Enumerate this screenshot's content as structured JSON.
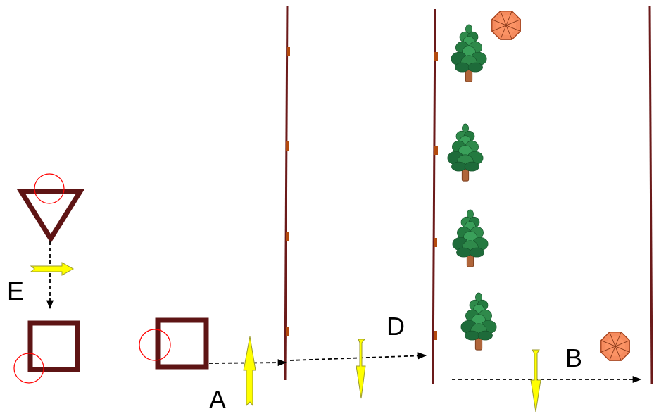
{
  "labels": {
    "a": "A",
    "b": "B",
    "d": "D",
    "e": "E"
  },
  "colors": {
    "wall": "#6b1a1a",
    "box_stroke": "#5e1414",
    "tick": "#b34a0e",
    "arrow_fill": "#ffff00",
    "arrow_stroke": "#9a9a2e",
    "marker_circle": "#ff0000",
    "tree_dark": "#1e6b3a",
    "tree_light": "#3aa05a",
    "trunk": "#b0653a",
    "umbrella_fill": "#f58b5e",
    "umbrella_stroke": "#a8431c"
  },
  "icons": {
    "tree": "pine-tree-icon",
    "umbrella": "umbrella-icon",
    "yield": "yield-triangle-icon",
    "box": "square-box-icon"
  }
}
